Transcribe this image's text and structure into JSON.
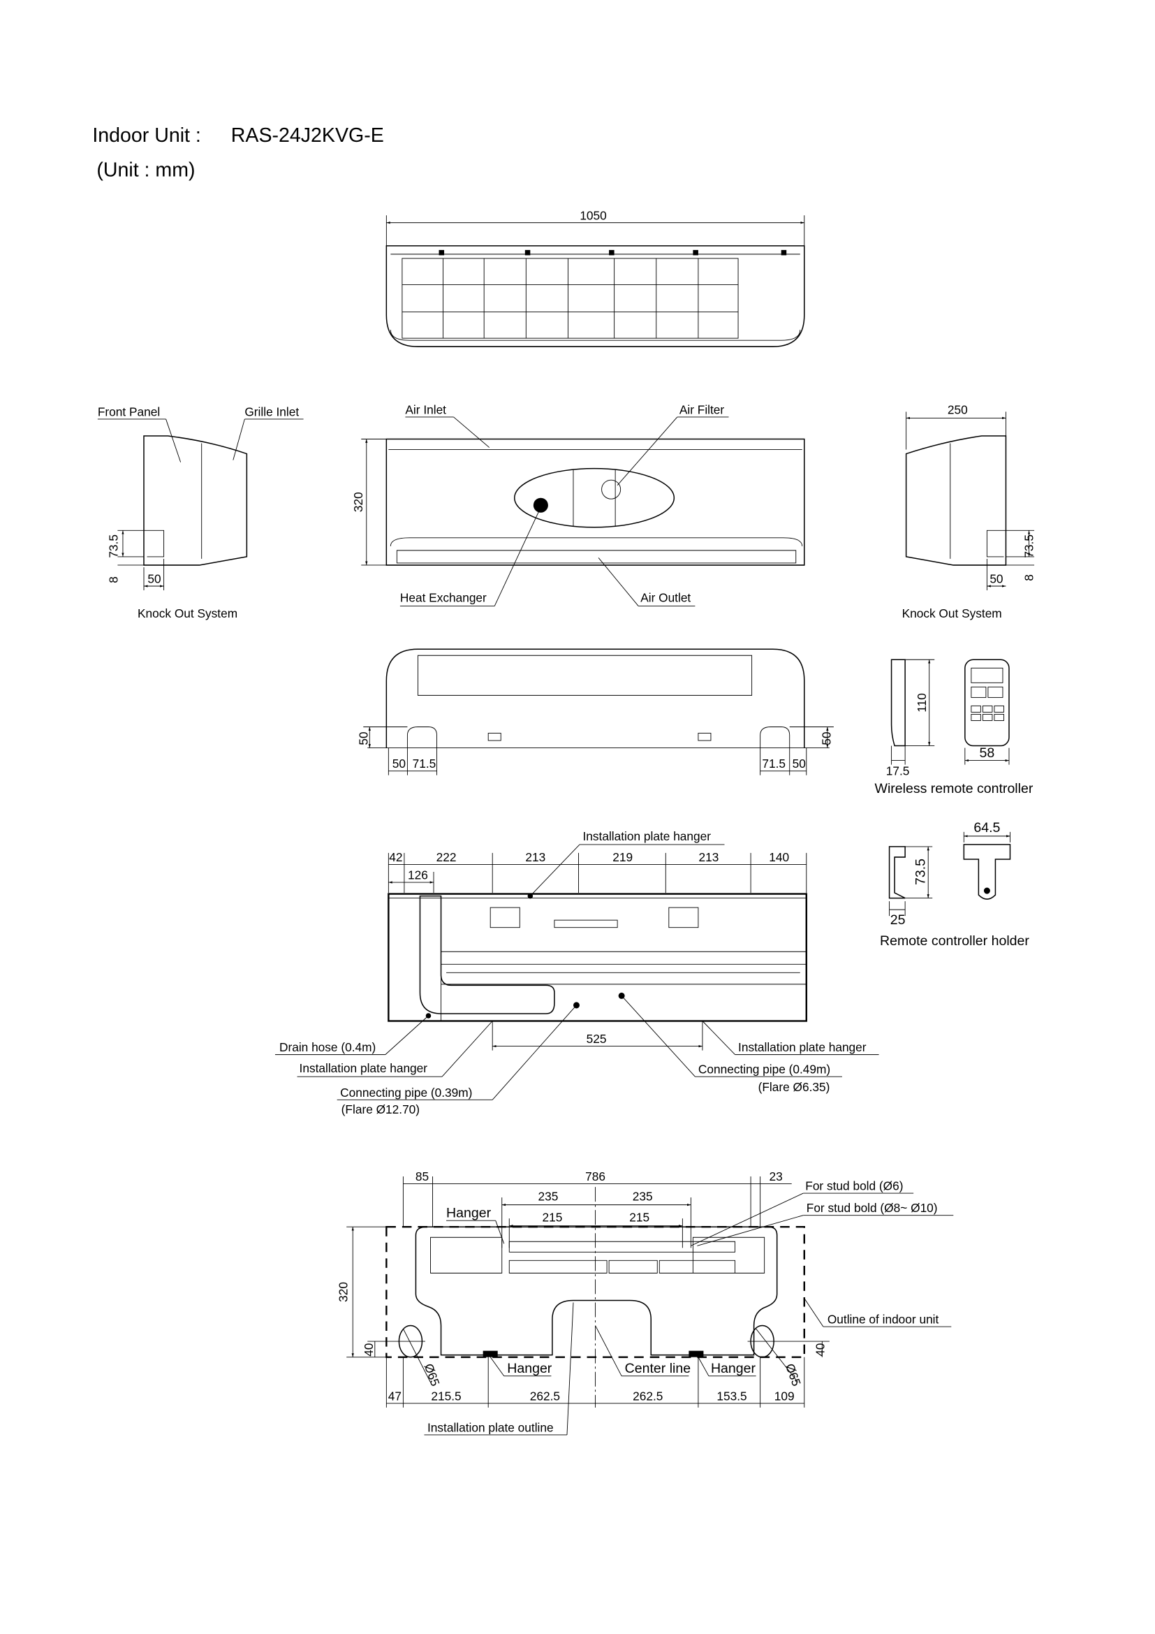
{
  "header": {
    "title_label": "Indoor Unit :",
    "model": "RAS-24J2KVG-E",
    "unit_note": "(Unit : mm)"
  },
  "top_view": {
    "width_dim": "1050"
  },
  "front_view": {
    "labels": {
      "air_inlet": "Air Inlet",
      "air_filter": "Air Filter",
      "heat_exchanger": "Heat Exchanger",
      "air_outlet": "Air Outlet"
    },
    "height_dim": "320"
  },
  "left_side_view": {
    "labels": {
      "front_panel": "Front Panel",
      "grille_inlet": "Grille Inlet",
      "caption": "Knock Out System"
    },
    "dims": {
      "h1": "73.5",
      "h2": "8",
      "w": "50"
    }
  },
  "right_side_view": {
    "labels": {
      "caption": "Knock Out System"
    },
    "dims": {
      "depth": "250",
      "h1": "73.5",
      "h2": "8",
      "w": "50"
    }
  },
  "bottom_view": {
    "dims": {
      "left_h": "50",
      "right_h": "50",
      "l1": "50",
      "l2": "71.5",
      "r1": "71.5",
      "r2": "50"
    }
  },
  "remote_controller": {
    "caption": "Wireless remote controller",
    "dims": {
      "height": "110",
      "depth": "17.5",
      "width": "58"
    }
  },
  "remote_holder": {
    "caption": "Remote controller holder",
    "dims": {
      "width": "64.5",
      "height": "73.5",
      "depth": "25"
    }
  },
  "rear_view": {
    "top_dims": [
      "42",
      "222",
      "213",
      "219",
      "213",
      "140"
    ],
    "dim_126": "126",
    "dim_525": "525",
    "labels": {
      "plate_hanger_top": "Installation plate hanger",
      "drain_hose": "Drain hose (0.4m)",
      "plate_hanger_left": "Installation plate hanger",
      "pipe_large": "Connecting pipe (0.39m)",
      "pipe_large_flare": "(Flare  Ø12.70)",
      "plate_hanger_right": "Installation plate hanger",
      "pipe_small": "Connecting pipe (0.49m)",
      "pipe_small_flare": "(Flare  Ø6.35)"
    }
  },
  "installation_plate": {
    "top_dims": {
      "left": "85",
      "middle": "786",
      "right": "23"
    },
    "dims_235": [
      "235",
      "235"
    ],
    "dims_215": [
      "215",
      "215"
    ],
    "height": "320",
    "hole_left_h": "40",
    "hole_right_h": "40",
    "hole_left_dia": "Ø65",
    "hole_right_dia": "Ø65",
    "bottom_dims": [
      "47",
      "215.5",
      "262.5",
      "262.5",
      "153.5",
      "109"
    ],
    "labels": {
      "hanger_top": "Hanger",
      "stud6": "For stud bold (Ø6)",
      "stud810": "For stud bold (Ø8~ Ø10)",
      "outline_unit": "Outline of indoor unit",
      "hanger_left": "Hanger",
      "center_line": "Center line",
      "hanger_right": "Hanger",
      "plate_outline": "Installation plate outline"
    }
  }
}
